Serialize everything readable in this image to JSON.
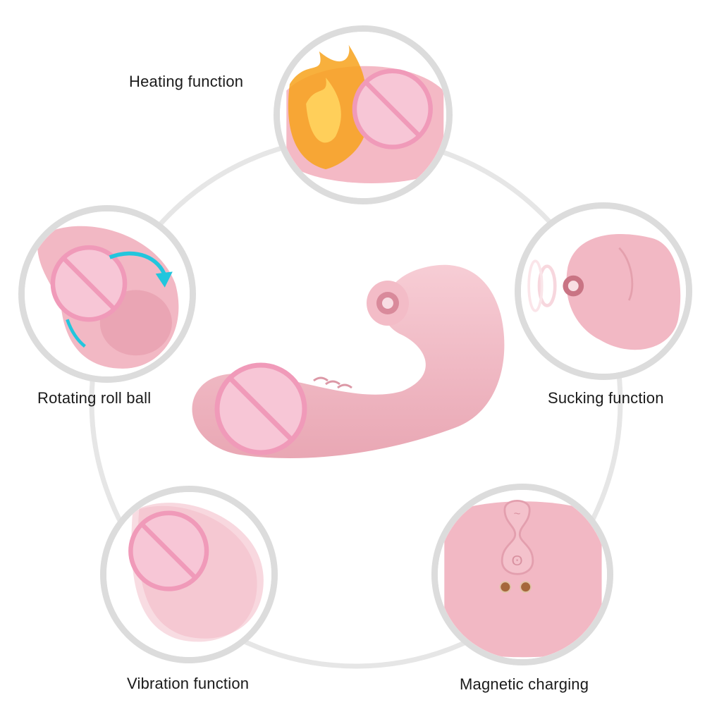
{
  "features": {
    "heating": {
      "label": "Heating function",
      "icon": "flame-icon"
    },
    "rotating": {
      "label": "Rotating roll ball",
      "icon": "rotate-arrow-icon"
    },
    "sucking": {
      "label": "Sucking function",
      "icon": "suction-icon"
    },
    "vibration": {
      "label": "Vibration function",
      "icon": "vibration-icon"
    },
    "charging": {
      "label": "Magnetic charging",
      "icon": "magnetic-contacts-icon"
    }
  },
  "colors": {
    "product_pink": "#f2b8c4",
    "censor_pink": "#f4a9c3",
    "ring_gray": "#dcdcdc",
    "arrow_cyan": "#22c6dd",
    "flame_orange": "#f7a21b"
  }
}
